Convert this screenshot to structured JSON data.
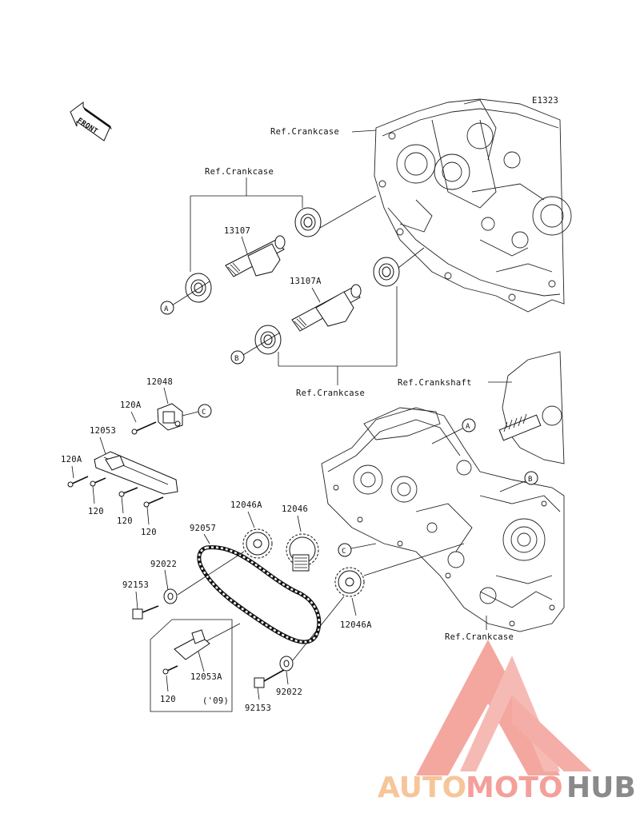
{
  "diagram": {
    "code": "E1323",
    "front_arrow": "FRONT",
    "callouts": {
      "ref_crankcase_top": "Ref.Crankcase",
      "ref_crankcase_upper": "Ref.Crankcase",
      "p13107": "13107",
      "p13107a": "13107A",
      "circle_a1": "A",
      "circle_b1": "B",
      "ref_crankcase_mid": "Ref.Crankcase",
      "ref_crankshaft": "Ref.Crankshaft",
      "p12048": "12048",
      "p120a_1": "120A",
      "circle_c1": "C",
      "p12053": "12053",
      "p120a_2": "120A",
      "p120_1": "120",
      "p120_2": "120",
      "p120_3": "120",
      "circle_a2": "A",
      "circle_b2": "B",
      "p12046a_1": "12046A",
      "p12046": "12046",
      "p92057": "92057",
      "circle_c2": "C",
      "p92022_1": "92022",
      "p92153_1": "92153",
      "p12046a_2": "12046A",
      "ref_crankcase_low": "Ref.Crankcase",
      "p12053a": "12053A",
      "p120_4": "120",
      "year": "('09)",
      "p92022_2": "92022",
      "p92153_2": "92153"
    }
  },
  "watermark": {
    "part1": "AUTO",
    "part2": "MOTO",
    "part3": "HUB",
    "color1": "#f7c59a",
    "color2": "#f4a09a",
    "color3": "#8a8a8a"
  }
}
